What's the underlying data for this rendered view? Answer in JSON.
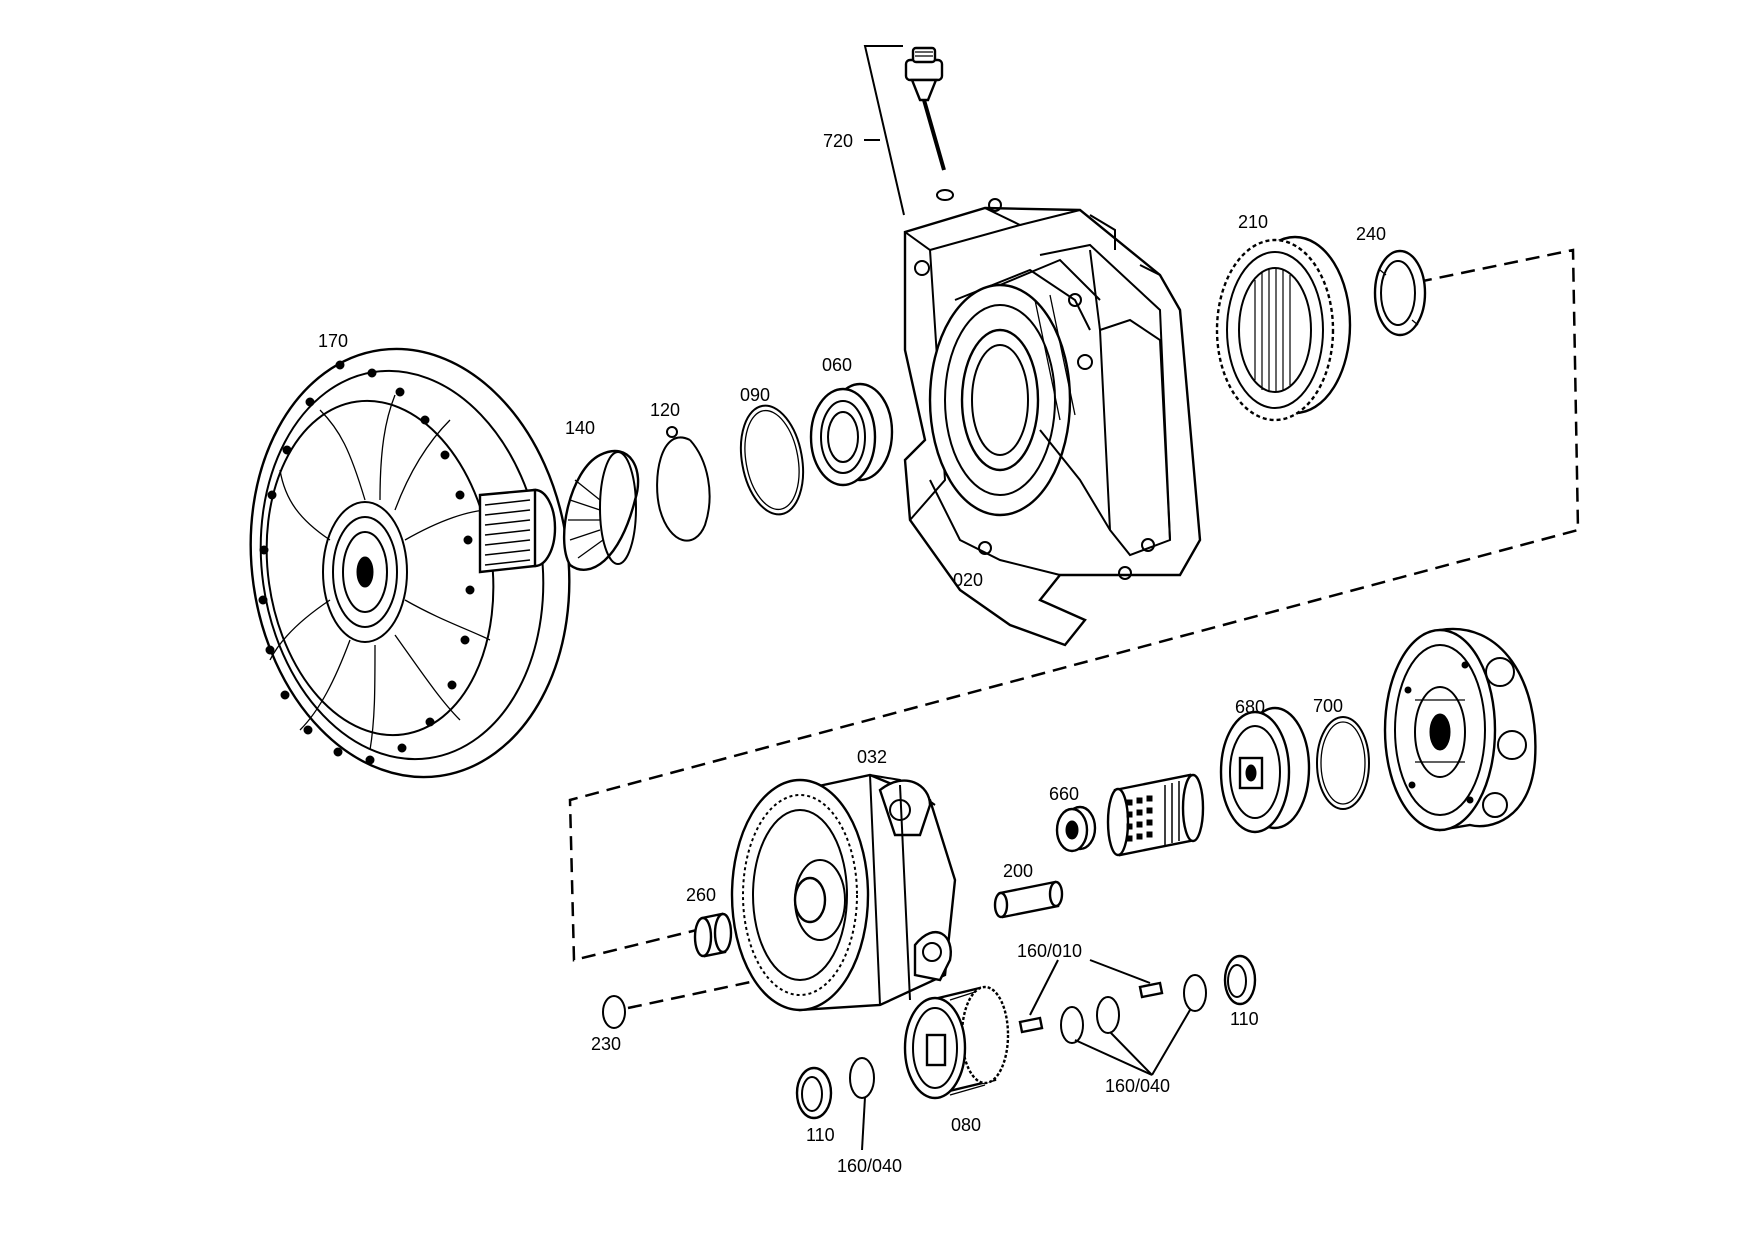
{
  "labels": {
    "l720": "720",
    "l210": "210",
    "l240": "240",
    "l170": "170",
    "l140": "140",
    "l120": "120",
    "l090": "090",
    "l060": "060",
    "l020": "020",
    "l680": "680",
    "l700": "700",
    "l032": "032",
    "l660": "660",
    "l200": "200",
    "l260": "260",
    "l160_010": "160/010",
    "l110_right": "110",
    "l230": "230",
    "l160_040_right": "160/040",
    "l110_left": "110",
    "l080": "080",
    "l160_040_left": "160/040"
  },
  "colors": {
    "line": "#000000",
    "background": "#ffffff"
  }
}
